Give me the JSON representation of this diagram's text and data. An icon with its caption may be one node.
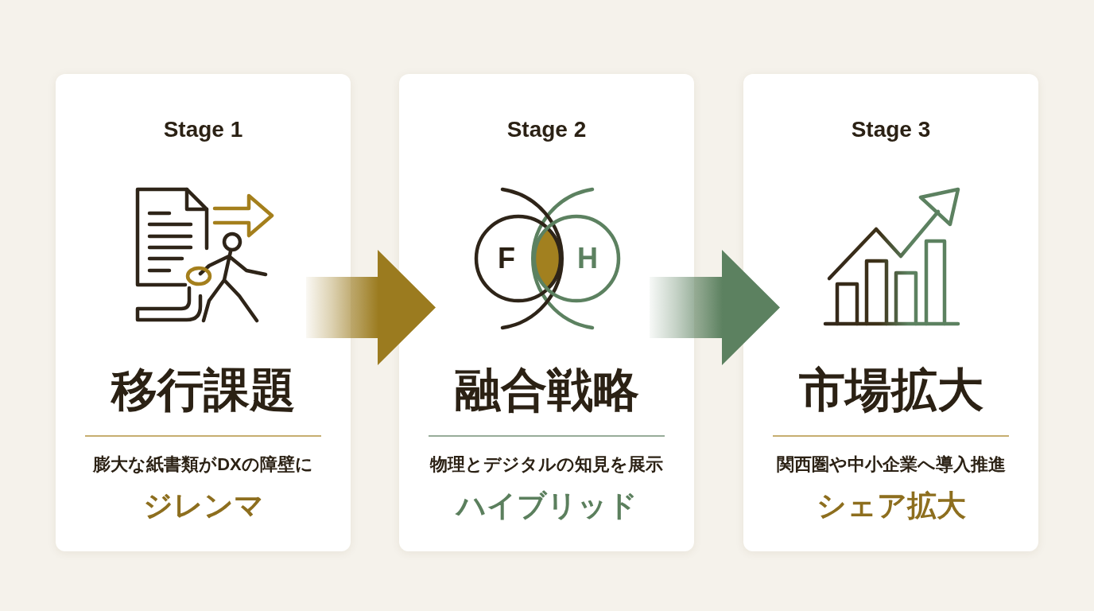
{
  "diagram": {
    "nodes": [
      {
        "text": [
          "Stage 1",
          "移行課題",
          "膨大な紙書類がDXの障壁に",
          "ジレンマ"
        ]
      },
      {
        "text": [
          "Stage 2",
          "融合戦略",
          "物理とデジタルの知見を展示",
          "ハイブリッド"
        ]
      },
      {
        "text": [
          "F"
        ],
        "in": 1
      },
      {
        "text": [
          "H"
        ],
        "in": 1
      },
      {
        "text": [
          "Stage 3",
          "市場拡大",
          "関西圏や中小企業へ導入推進",
          "シェア拡大"
        ]
      }
    ],
    "edges": [
      {
        "from": 0,
        "to": 1,
        "arrow": "to",
        "color": "#9b7b1f"
      },
      {
        "from": 1,
        "to": 4,
        "arrow": "to",
        "color": "#5c8160"
      }
    ]
  }
}
